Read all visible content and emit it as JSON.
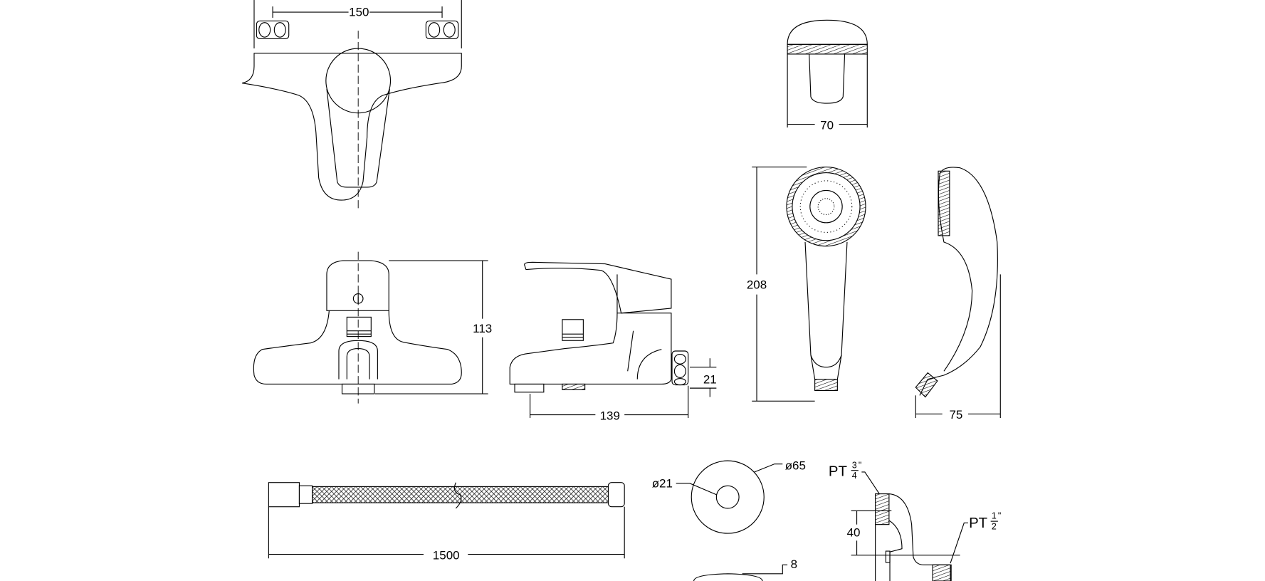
{
  "drawing": {
    "stroke_color": "#000000",
    "background": "#ffffff",
    "dimensions": {
      "mixer_width": "150",
      "mixer_height": "113",
      "mixer_depth": "139",
      "inlet_offset": "21",
      "shower_head_width": "70",
      "hand_shower_length": "208",
      "hand_shower_depth": "75",
      "hose_length": "1500",
      "flange_inner": "ø21",
      "flange_outer": "ø65",
      "eccentric_offset": "40",
      "flange_thickness": "8"
    },
    "threads": {
      "large": {
        "prefix": "PT",
        "num": "3",
        "den": "4",
        "unit": "\""
      },
      "small": {
        "prefix": "PT",
        "num": "1",
        "den": "2",
        "unit": "\""
      }
    }
  }
}
